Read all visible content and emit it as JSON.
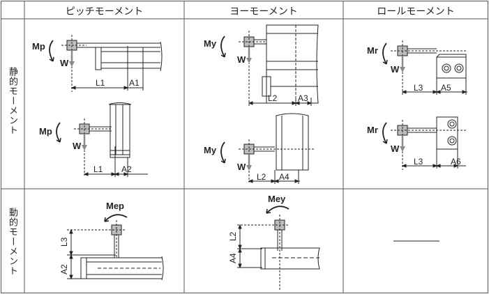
{
  "header": {
    "pitch": "ピッチモーメント",
    "yaw": "ヨーモーメント",
    "roll": "ロールモーメント"
  },
  "rows": {
    "static": "静的モーメント",
    "dynamic": "動的モーメント"
  },
  "labels": {
    "mp": "Mp",
    "my": "My",
    "mr": "Mr",
    "w": "W",
    "mep": "Mep",
    "mey": "Mey",
    "l1": "L1",
    "l2": "L2",
    "l3": "L3",
    "a1": "A1",
    "a2": "A2",
    "a3": "A3",
    "a4": "A4",
    "a5": "A5",
    "a6": "A6"
  },
  "colors": {
    "line": "#222222",
    "grid": "#555555",
    "header_bg": "#ffffff",
    "block_fill": "#bdbdbd",
    "arrow_gray": "#8a8a8a"
  }
}
